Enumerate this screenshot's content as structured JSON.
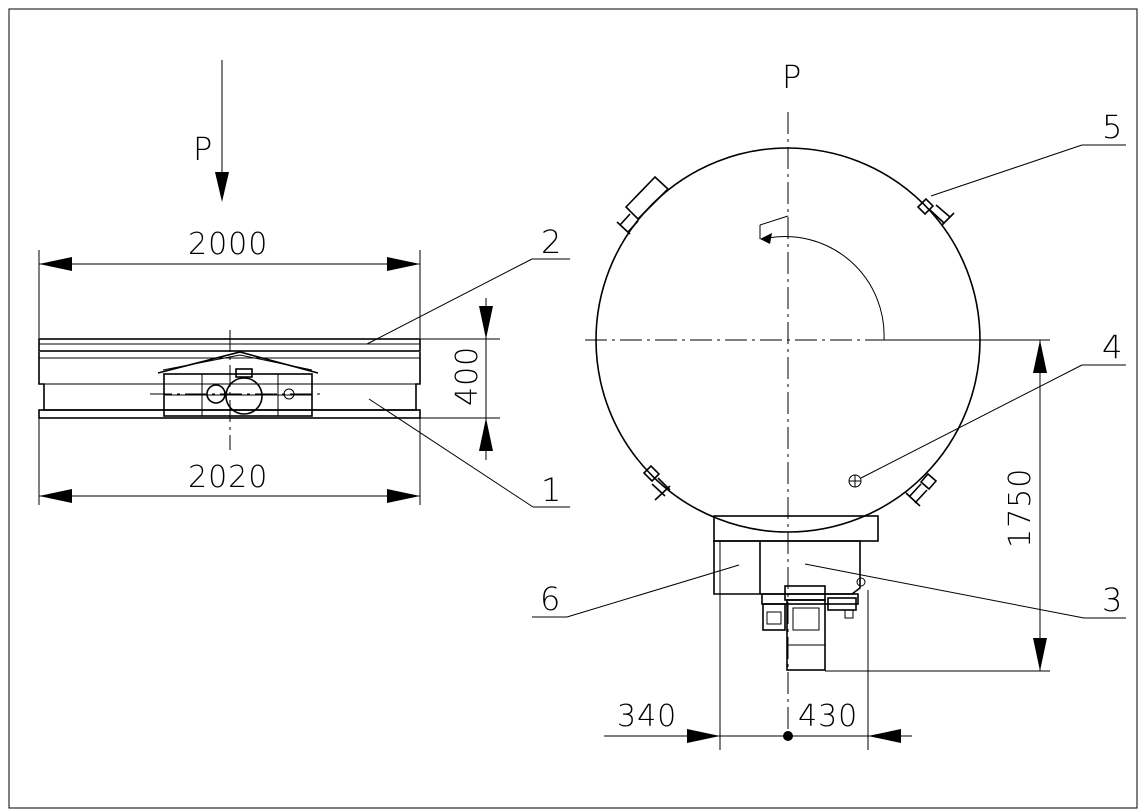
{
  "side_view": {
    "view_label": "P",
    "dim_top_width": "2000",
    "dim_bottom_width": "2020",
    "dim_height": "400",
    "callout_2": "2",
    "callout_1": "1"
  },
  "top_view": {
    "view_label": "P",
    "dim_length": "1750",
    "dim_left_offset": "340",
    "dim_right_offset": "430",
    "callout_5": "5",
    "callout_4": "4",
    "callout_3": "3",
    "callout_6": "6"
  }
}
